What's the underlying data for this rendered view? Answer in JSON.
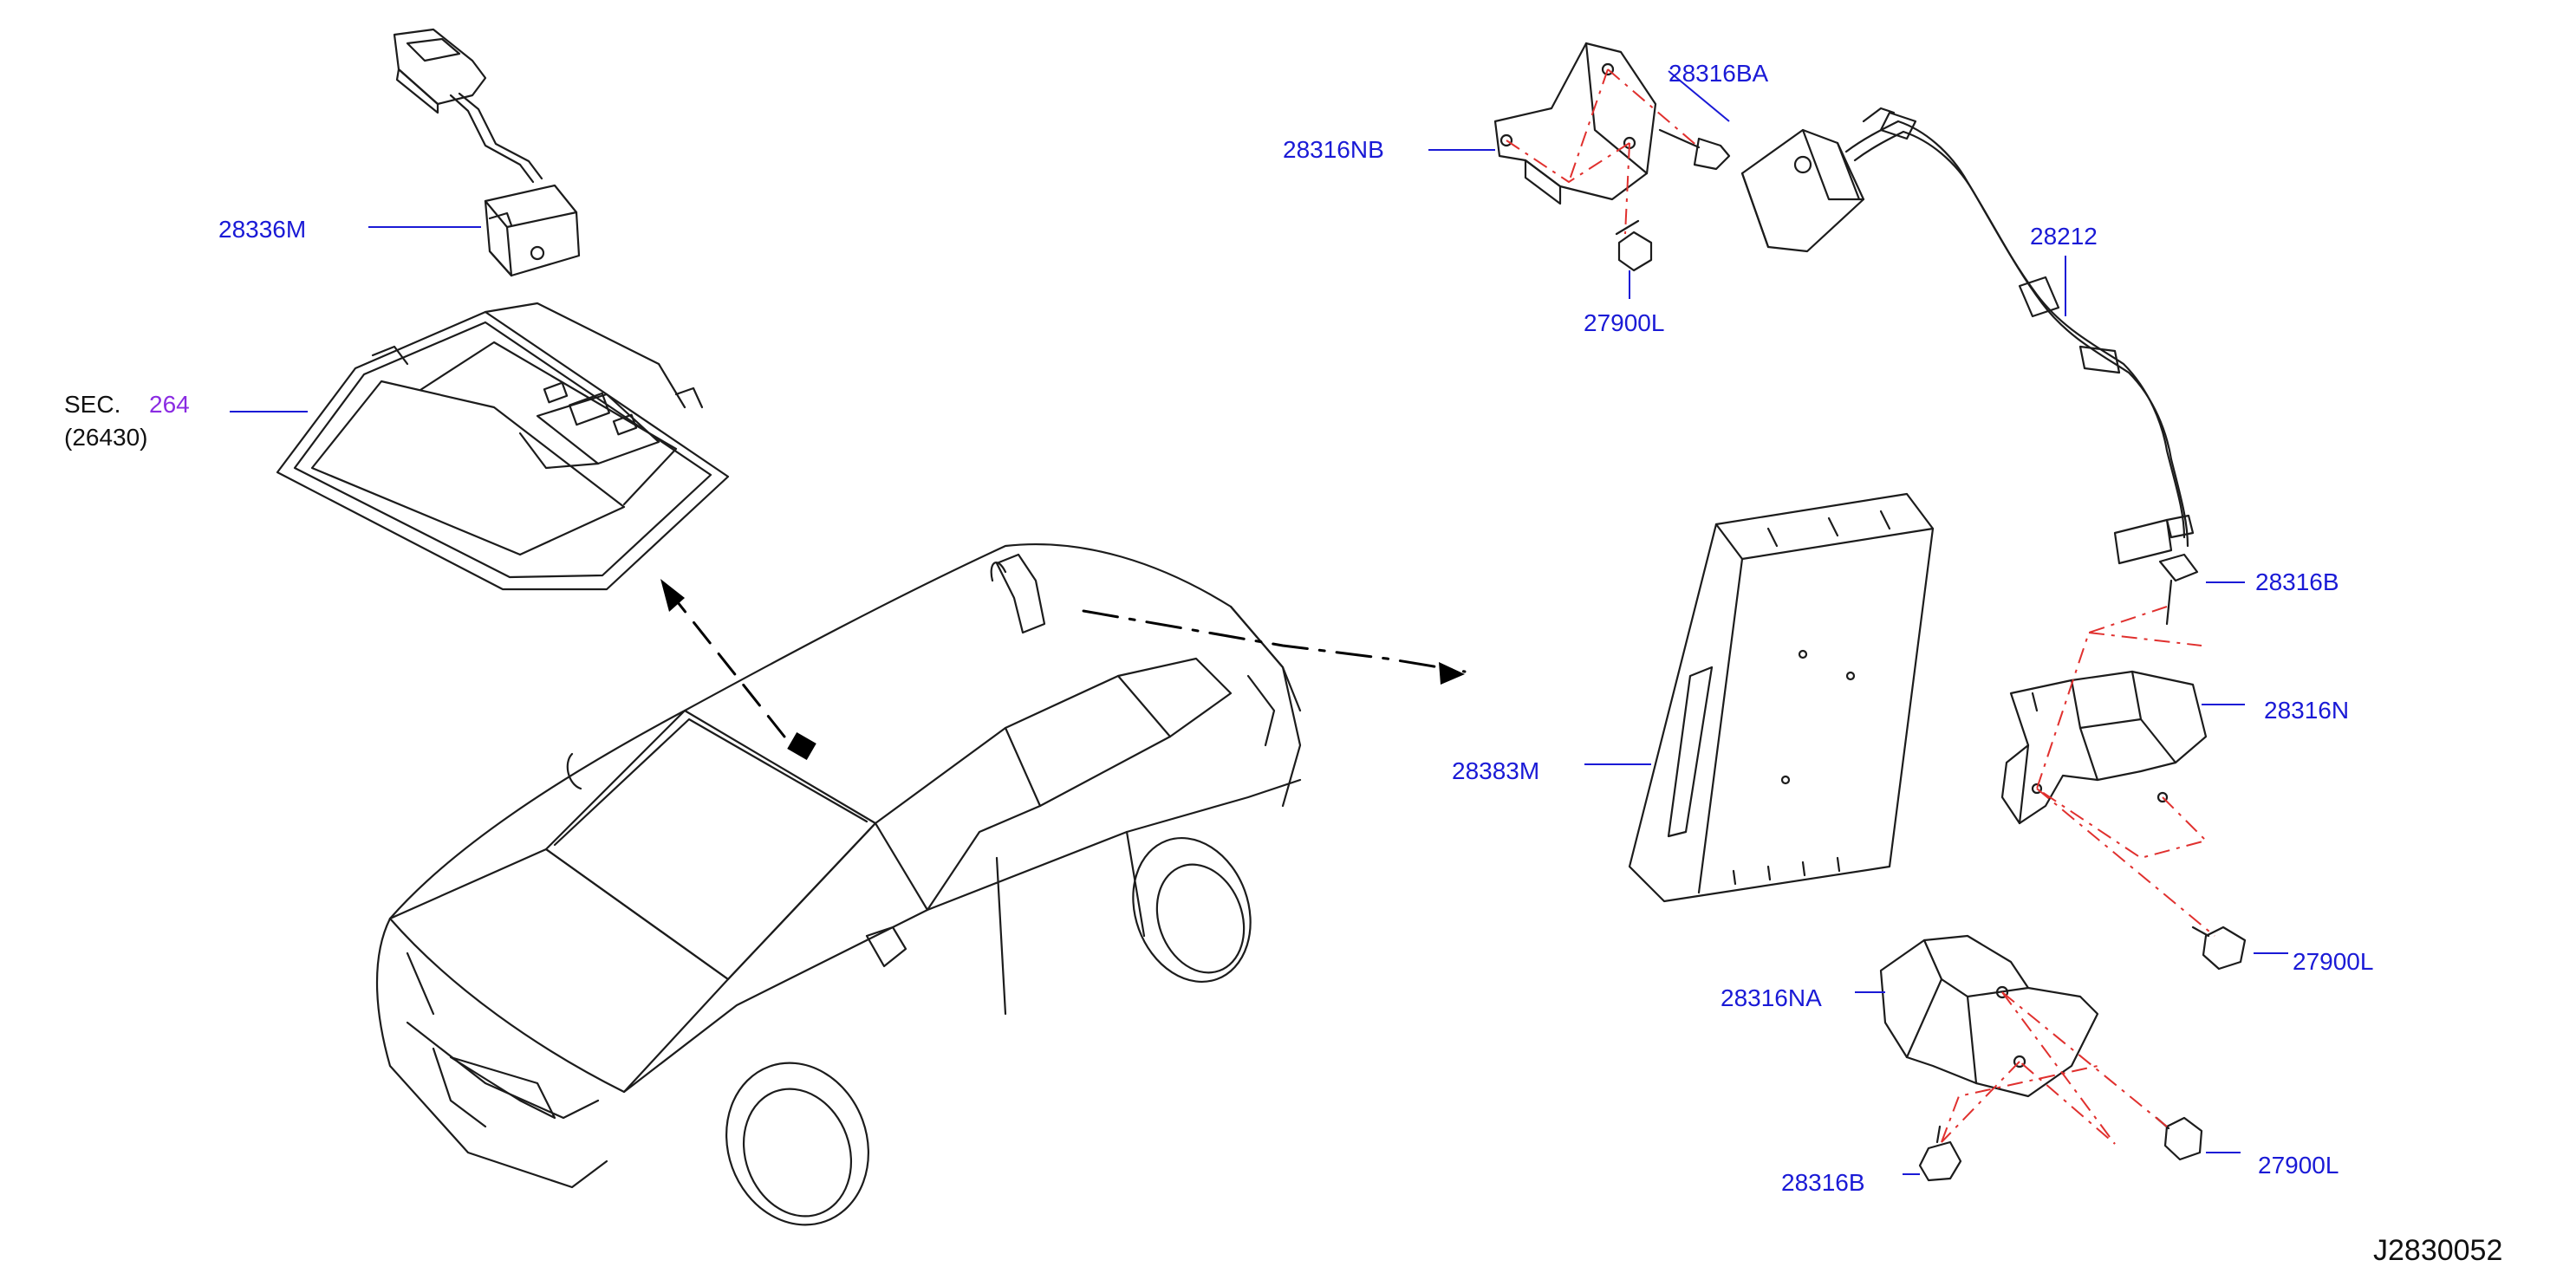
{
  "colors": {
    "part_number": "#1a1ad6",
    "section_ref": "#8a2be2",
    "linework": "#1c1c1c",
    "leader": "#1a1ad6",
    "phantom": "#e0302e"
  },
  "labels": {
    "p28336M": "28336M",
    "sec_prefix": "SEC.",
    "sec_num": "264",
    "sec_sub": "(26430)",
    "p28316NB": "28316NB",
    "p28316BA": "28316BA",
    "p27900L_top": "27900L",
    "p28212": "28212",
    "p28316B_right": "28316B",
    "p28316N": "28316N",
    "p28383M": "28383M",
    "p27900L_mid": "27900L",
    "p28316NA": "28316NA",
    "p28316B_bottom": "28316B",
    "p27900L_bottom": "27900L",
    "diagram_ref": "J2830052"
  }
}
